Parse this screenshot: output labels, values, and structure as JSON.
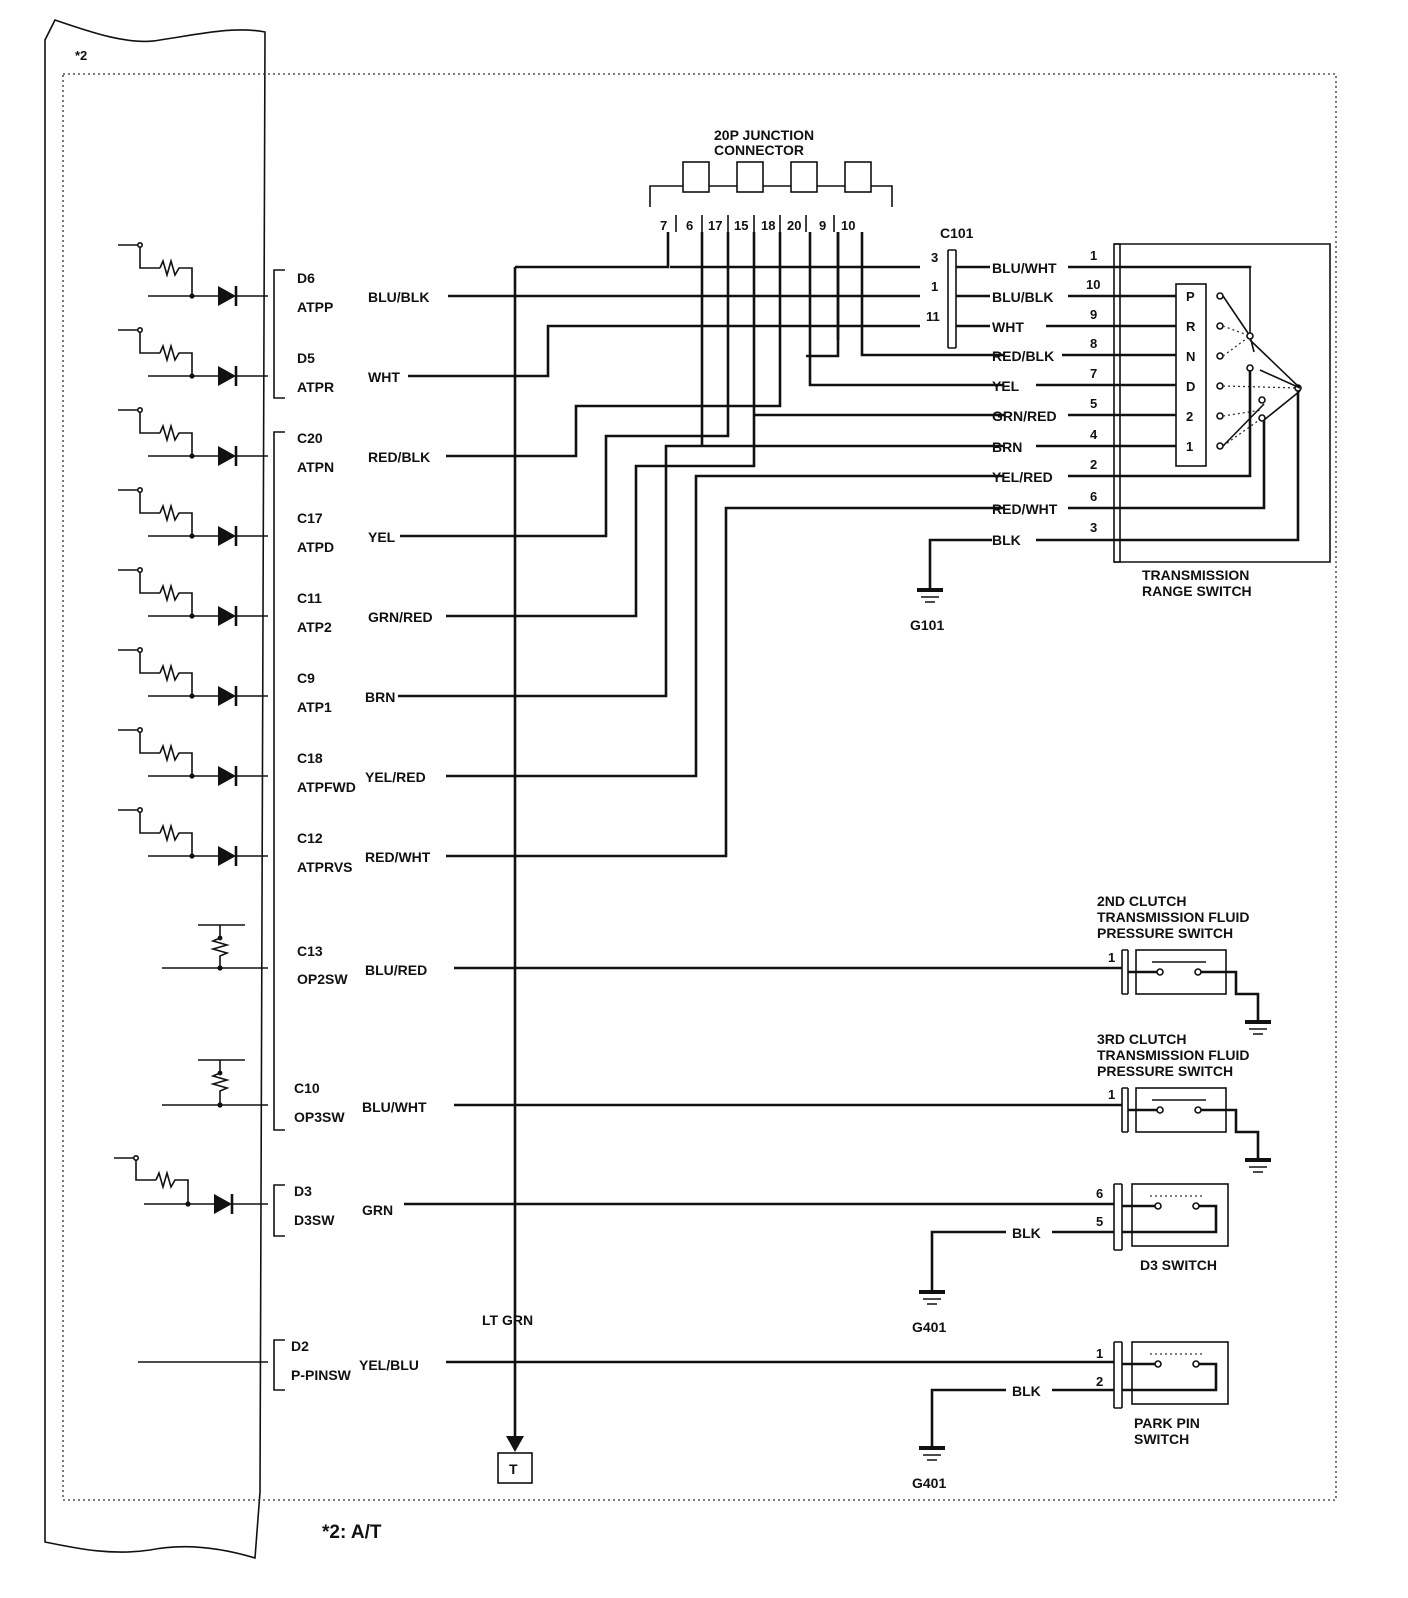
{
  "ecm": {
    "note_ref": "*2"
  },
  "footnote": "*2: A/T",
  "junction_connector": {
    "title_line1": "20P JUNCTION",
    "title_line2": "CONNECTOR",
    "pins": [
      "7",
      "6",
      "17",
      "15",
      "18",
      "20",
      "9",
      "10"
    ]
  },
  "c101": {
    "label": "C101",
    "pins": [
      "3",
      "1",
      "11"
    ]
  },
  "signals": [
    {
      "pin": "D6",
      "name": "ATPP",
      "wire": "BLU/BLK"
    },
    {
      "pin": "D5",
      "name": "ATPR",
      "wire": "WHT"
    },
    {
      "pin": "C20",
      "name": "ATPN",
      "wire": "RED/BLK"
    },
    {
      "pin": "C17",
      "name": "ATPD",
      "wire": "YEL"
    },
    {
      "pin": "C11",
      "name": "ATP2",
      "wire": "GRN/RED"
    },
    {
      "pin": "C9",
      "name": "ATP1",
      "wire": "BRN"
    },
    {
      "pin": "C18",
      "name": "ATPFWD",
      "wire": "YEL/RED"
    },
    {
      "pin": "C12",
      "name": "ATPRVS",
      "wire": "RED/WHT"
    },
    {
      "pin": "C13",
      "name": "OP2SW",
      "wire": "BLU/RED"
    },
    {
      "pin": "C10",
      "name": "OP3SW",
      "wire": "BLU/WHT"
    },
    {
      "pin": "D3",
      "name": "D3SW",
      "wire": "GRN"
    },
    {
      "pin": "D2",
      "name": "P-PINSW",
      "wire": "YEL/BLU"
    }
  ],
  "range_switch": {
    "title_line1": "TRANSMISSION",
    "title_line2": "RANGE SWITCH",
    "positions": [
      "P",
      "R",
      "N",
      "D",
      "2",
      "1"
    ],
    "wires": [
      {
        "wire": "BLU/WHT",
        "pin": "1"
      },
      {
        "wire": "BLU/BLK",
        "pin": "10"
      },
      {
        "wire": "WHT",
        "pin": "9"
      },
      {
        "wire": "RED/BLK",
        "pin": "8"
      },
      {
        "wire": "YEL",
        "pin": "7"
      },
      {
        "wire": "GRN/RED",
        "pin": "5"
      },
      {
        "wire": "BRN",
        "pin": "4"
      },
      {
        "wire": "YEL/RED",
        "pin": "2"
      },
      {
        "wire": "RED/WHT",
        "pin": "6"
      },
      {
        "wire": "BLK",
        "pin": "3"
      }
    ]
  },
  "grounds": {
    "g101": "G101",
    "g401_d3": "G401",
    "g401_pp": "G401"
  },
  "clutch2": {
    "line1": "2ND CLUTCH",
    "line2": "TRANSMISSION FLUID",
    "line3": "PRESSURE SWITCH",
    "pin": "1"
  },
  "clutch3": {
    "line1": "3RD CLUTCH",
    "line2": "TRANSMISSION FLUID",
    "line3": "PRESSURE SWITCH",
    "pin": "1"
  },
  "d3_switch": {
    "label": "D3 SWITCH",
    "pin_top": "6",
    "pin_bottom": "5",
    "ground_wire": "BLK"
  },
  "park_pin": {
    "line1": "PARK PIN",
    "line2": "SWITCH",
    "pin_top": "1",
    "pin_bottom": "2",
    "ground_wire": "BLK"
  },
  "lt_grn": {
    "wire": "LT GRN",
    "terminal": "T"
  }
}
